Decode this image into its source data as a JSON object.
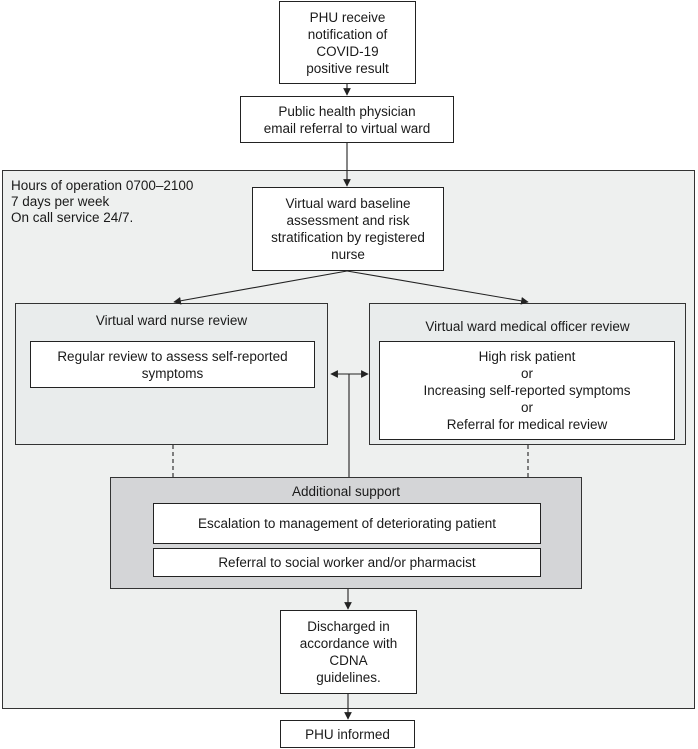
{
  "colors": {
    "outer_region": "#eef0ef",
    "panel_fill": "#e9ecec",
    "support_fill": "#d4d5d7",
    "box_fill": "#ffffff",
    "line": "#222222"
  },
  "nodes": {
    "phu_notification": [
      "PHU receive",
      "notification of",
      "COVID-19",
      "positive result"
    ],
    "physician_referral": [
      "Public health physician",
      "email referral to virtual ward"
    ],
    "baseline_assessment": [
      "Virtual ward baseline",
      "assessment and risk",
      "stratification by registered",
      "nurse"
    ],
    "discharged": [
      "Discharged in",
      "accordance with",
      "CDNA",
      "guidelines."
    ],
    "phu_informed": "PHU informed"
  },
  "operation_hours": [
    "Hours of operation 0700–2100",
    "7 days per week",
    "On call service 24/7."
  ],
  "nurse_review": {
    "title": "Virtual ward nurse review",
    "item": [
      "Regular review to assess self-reported",
      "symptoms"
    ]
  },
  "medical_review": {
    "title": "Virtual ward medical officer review",
    "item": [
      "High risk patient",
      "or",
      "Increasing self-reported symptoms",
      "or",
      "Referral for medical review"
    ]
  },
  "additional_support": {
    "title": "Additional support",
    "items": [
      "Escalation to management of deteriorating patient",
      "Referral to social worker and/or pharmacist"
    ]
  }
}
